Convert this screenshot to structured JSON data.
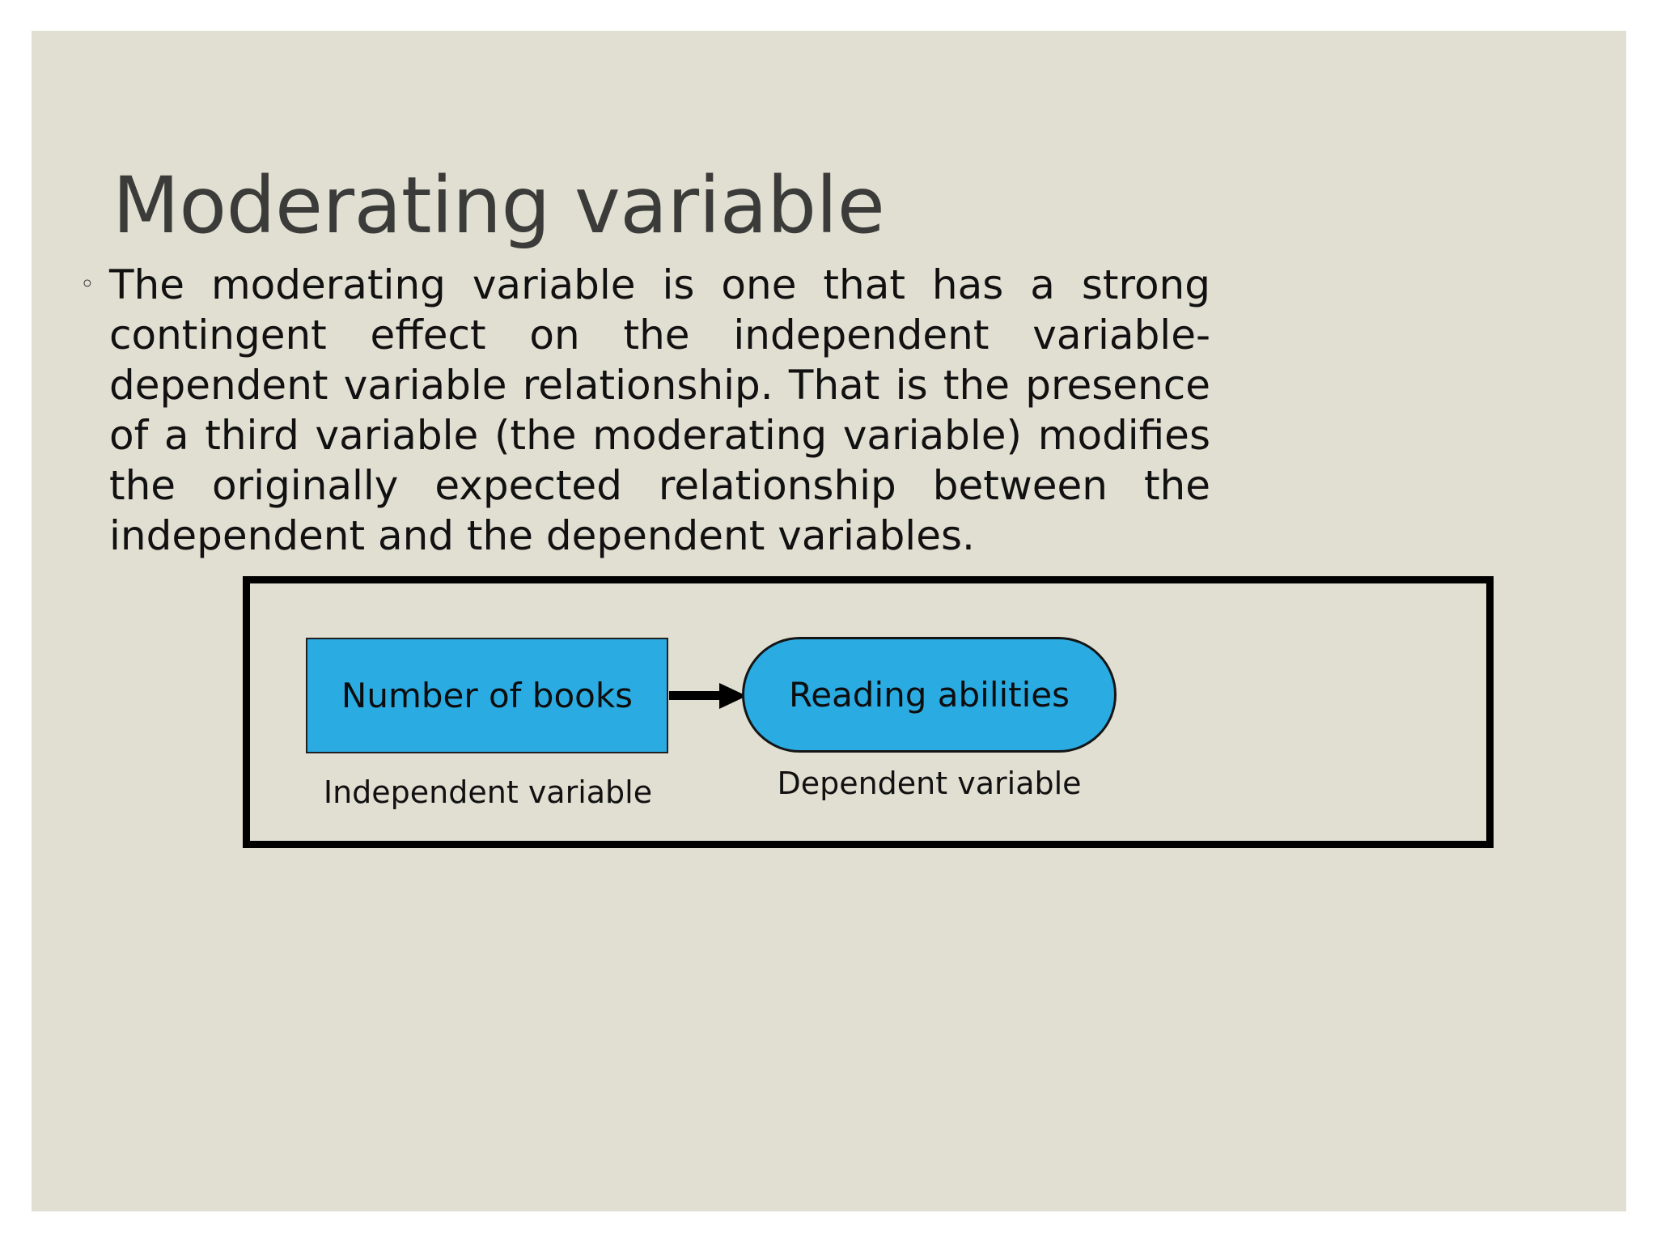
{
  "slide": {
    "background_color": "#e1dfd2",
    "title": "Moderating variable",
    "title_color": "#3b3b39"
  },
  "body": {
    "bullet_marker": "◦",
    "paragraph": "The moderating variable is one that has a strong contingent effect on the independent variable-dependent variable relationship. That is the presence of a third variable (the moderating variable) modifies the originally expected relationship between the independent and the dependent variables."
  },
  "diagram": {
    "frame_border_color": "#000000",
    "shape_fill_color": "#2aabe2",
    "arrow_color": "#000000",
    "independent": {
      "shape": "rectangle",
      "label": "Number of books",
      "caption": "Independent variable"
    },
    "dependent": {
      "shape": "rounded-pill",
      "label": "Reading abilities",
      "caption": "Dependent variable"
    },
    "arrow": {
      "name": "arrow-right-icon",
      "from": "Number of books",
      "to": "Reading abilities"
    }
  }
}
